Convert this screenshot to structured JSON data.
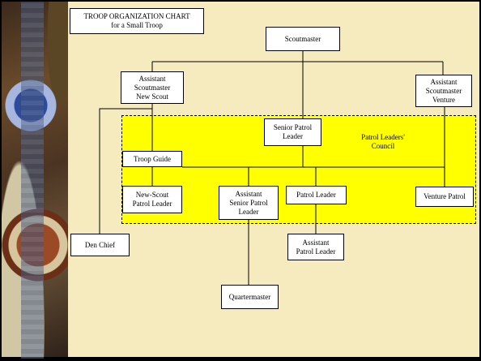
{
  "title": {
    "line1": "TROOP ORGANIZATION CHART",
    "line2": "for a Small Troop"
  },
  "plc_label": "Patrol Leaders'\nCouncil",
  "nodes": {
    "scoutmaster": "Scoutmaster",
    "asm_new_scout": "Assistant\nScoutmaster\nNew Scout",
    "asm_venture": "Assistant\nScoutmaster\nVenture",
    "spl": "Senior Patrol\nLeader",
    "troop_guide": "Troop Guide",
    "new_scout_pl": "New-Scout\nPatrol Leader",
    "aspl": "Assistant\nSenior Patrol\nLeader",
    "patrol_leader": "Patrol Leader",
    "venture_patrol": "Venture Patrol",
    "den_chief": "Den Chief",
    "apl": "Assistant\nPatrol Leader",
    "quartermaster": "Quartermaster"
  },
  "colors": {
    "canvas": "#f6ebbf",
    "plc_region": "#ffff00",
    "box": "#ffffff",
    "line": "#000000"
  }
}
